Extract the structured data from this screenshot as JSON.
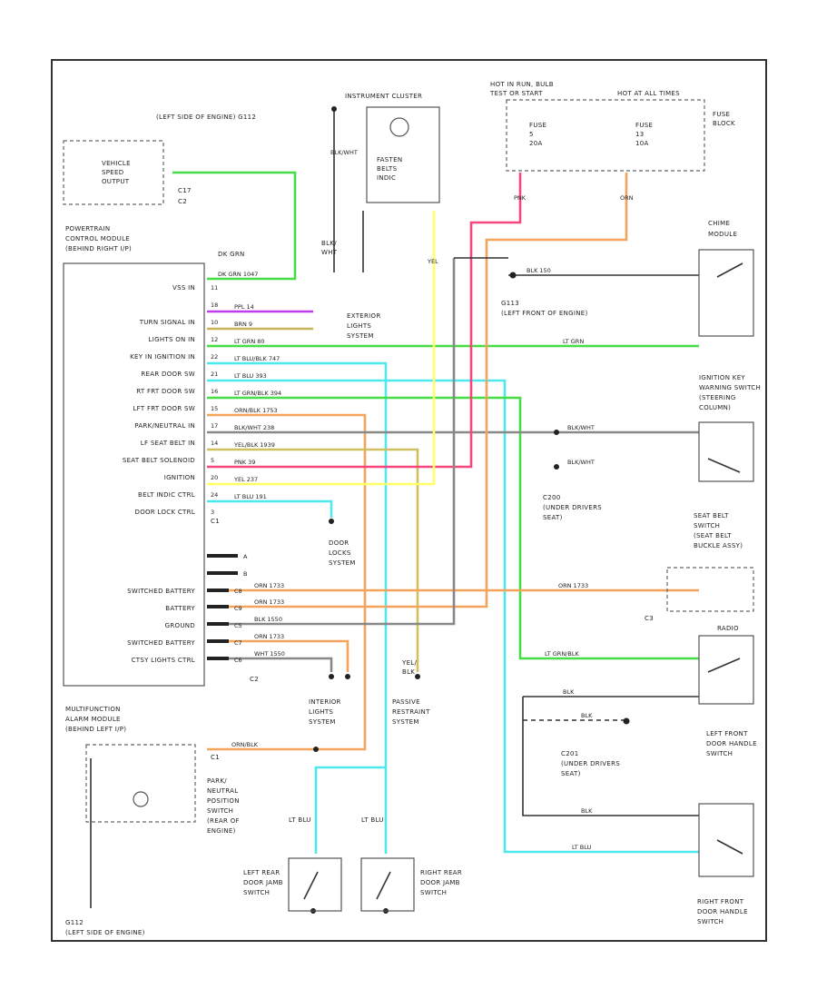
{
  "colors": {
    "green": "#46dd46",
    "purple": "#c03cf0",
    "orange": "#f3a35a",
    "pink": "#f5477a",
    "cyan": "#4ee8ee",
    "yellow": "#ffff66",
    "gray": "#888888",
    "black": "#333333",
    "dkgray": "#555555"
  },
  "labels": {
    "left_side_engine_top": "(LEFT SIDE OF ENGINE)   G112",
    "instrument_cluster": "INSTRUMENT CLUSTER",
    "fasten_belts": [
      "FASTEN",
      "BELTS",
      "INDIC"
    ],
    "hot_in_run": [
      "HOT IN RUN, BULB",
      "TEST OR START"
    ],
    "hot_at_all_times": "HOT AT ALL TIMES",
    "fuse_block": [
      "FUSE",
      "BLOCK"
    ],
    "fuse_a": [
      "FUSE",
      "5",
      "20A"
    ],
    "fuse_b": [
      "FUSE",
      "13",
      "10A"
    ],
    "vehicle_speed": [
      "VEHICLE",
      "SPEED",
      "OUTPUT"
    ],
    "c17": "C17",
    "c2": "C2",
    "dk_grn": "DK GRN",
    "pcm": [
      "POWERTRAIN",
      "CONTROL MODULE",
      "(BEHIND RIGHT I/P)"
    ],
    "chime_module": [
      "CHIME",
      "MODULE"
    ],
    "g113": [
      "G113",
      "(LEFT FRONT OF ENGINE)"
    ],
    "exterior_lights": [
      "EXTERIOR",
      "LIGHTS",
      "SYSTEM"
    ],
    "ignition_key": [
      "IGNITION KEY",
      "WARNING SWITCH",
      "(STEERING",
      "COLUMN)"
    ],
    "c200": [
      "C200",
      "(UNDER DRIVERS",
      "SEAT)"
    ],
    "seat_belt_switch": [
      "SEAT BELT",
      "SWITCH",
      "(SEAT BELT",
      "BUCKLE ASSY)"
    ],
    "door_locks": [
      "DOOR",
      "LOCKS",
      "SYSTEM"
    ],
    "c1": "C1",
    "c3": "C3",
    "radio": "RADIO",
    "interior_lights": [
      "INTERIOR",
      "LIGHTS",
      "SYSTEM"
    ],
    "passive_restraint": [
      "PASSIVE",
      "RESTRAINT",
      "SYSTEM"
    ],
    "multifunction": [
      "MULTIFUNCTION",
      "ALARM MODULE",
      "(BEHIND LEFT I/P)"
    ],
    "park_neutral": [
      "PARK/",
      "NEUTRAL",
      "POSITION",
      "SWITCH",
      "(REAR OF",
      "ENGINE)"
    ],
    "left_front_door": [
      "LEFT FRONT",
      "DOOR HANDLE",
      "SWITCH"
    ],
    "c201": [
      "C201",
      "(UNDER DRIVERS",
      "SEAT)"
    ],
    "left_rear_door": [
      "LEFT REAR",
      "DOOR JAMB",
      "SWITCH"
    ],
    "right_rear_door": [
      "RIGHT REAR",
      "DOOR JAMB",
      "SWITCH"
    ],
    "right_front_door": [
      "RIGHT FRONT",
      "DOOR HANDLE",
      "SWITCH"
    ],
    "g112_bottom": [
      "G112",
      "(LEFT SIDE OF ENGINE)"
    ],
    "yel_blk": [
      "YEL/",
      "BLK"
    ],
    "lt_blu_vert": "LT BLU",
    "blk_wht": [
      "BLK/",
      "WHT"
    ]
  },
  "pins": [
    {
      "name": "VSS IN",
      "num": "11"
    },
    {
      "name": "",
      "num": "18"
    },
    {
      "name": "TURN SIGNAL IN",
      "num": "10"
    },
    {
      "name": "LIGHTS ON IN",
      "num": "12"
    },
    {
      "name": "KEY IN IGNITION IN",
      "num": "22"
    },
    {
      "name": "REAR DOOR SW",
      "num": "21"
    },
    {
      "name": "RT FRT DOOR SW",
      "num": "16"
    },
    {
      "name": "LFT FRT DOOR SW",
      "num": "15"
    },
    {
      "name": "PARK/NEUTRAL IN",
      "num": "17"
    },
    {
      "name": "LF SEAT BELT IN",
      "num": "14"
    },
    {
      "name": "SEAT BELT SOLENOID",
      "num": "5"
    },
    {
      "name": "IGNITION",
      "num": "20"
    },
    {
      "name": "BELT INDIC CTRL",
      "num": "24"
    },
    {
      "name": "DOOR LOCK CTRL",
      "num": "3"
    }
  ],
  "pins2": [
    {
      "name": "",
      "num": "A"
    },
    {
      "name": "",
      "num": "B"
    },
    {
      "name": "SWITCHED BATTERY",
      "num": "C8"
    },
    {
      "name": "BATTERY",
      "num": "C9"
    },
    {
      "name": "GROUND",
      "num": "C5"
    },
    {
      "name": "SWITCHED BATTERY",
      "num": "C7"
    },
    {
      "name": "CTSY LIGHTS CTRL",
      "num": "C6"
    }
  ],
  "wires": {
    "vss": "DK GRN  1047",
    "turn": "PPL   14",
    "lights": "BRN   9",
    "key_in": "LT GRN   80",
    "rear_door": "LT BLU/BLK  747",
    "rt_frt": "LT BLU   393",
    "lft_frt": "LT GRN/BLK  394",
    "park": "ORN/BLK  1753",
    "lf_belt": "BLK/WHT  238",
    "solenoid": "YEL/BLK  1939",
    "ignition": "PNK   39",
    "belt_indic": "YEL   237",
    "door_lock": "LT BLU   191",
    "sw_batt": "ORN   1733",
    "battery": "ORN   1733",
    "ground": "BLK   1550",
    "sw_batt2": "ORN   1733",
    "ctsy": "WHT   1550",
    "chime_blk": "BLK  150",
    "chime_grn": "LT GRN",
    "ign_key_blk": "BLK/WHT",
    "seat_blk": "BLK/WHT",
    "seat_orn": "ORN   1733",
    "radio": "LT GRN/BLK",
    "lf_handle_blk": "BLK",
    "c201_blk": "BLK",
    "rf_handle_blk": "BLK",
    "rf_handle_blu": "LT BLU",
    "multi": "ORN/BLK",
    "pnk": "PNK",
    "orn": "ORN",
    "yel": "YEL",
    "blk_wht_v": "BLK/WHT"
  }
}
